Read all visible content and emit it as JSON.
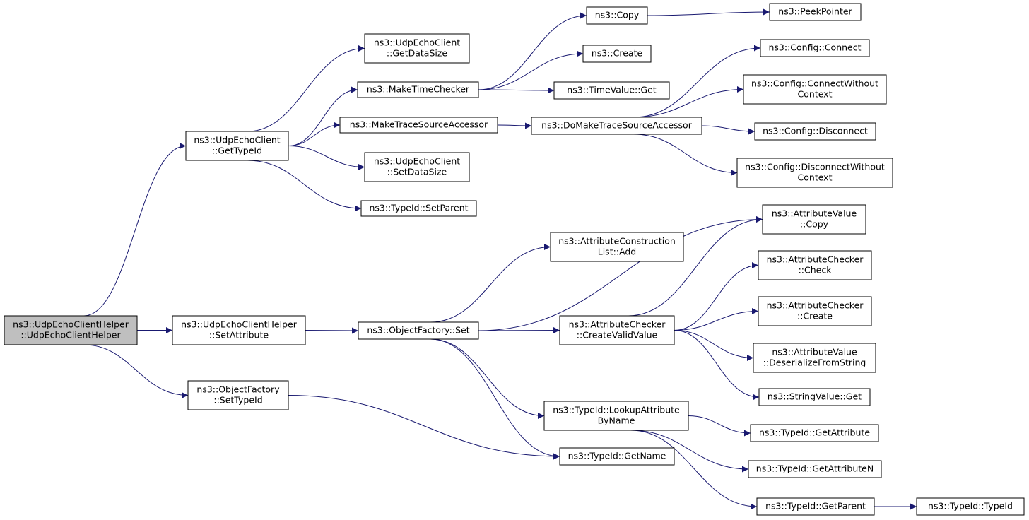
{
  "colors": {
    "edge": "#191970",
    "root_fill": "#bfbfbf",
    "node_fill": "#ffffff",
    "border": "#000000"
  },
  "nodes": [
    {
      "id": "root",
      "lines": [
        "ns3::UdpEchoClientHelper",
        "::UdpEchoClientHelper"
      ],
      "root": true
    },
    {
      "id": "getTypeId",
      "lines": [
        "ns3::UdpEchoClient",
        "::GetTypeId"
      ]
    },
    {
      "id": "helperSetAttr",
      "lines": [
        "ns3::UdpEchoClientHelper",
        "::SetAttribute"
      ]
    },
    {
      "id": "ofSetTypeId",
      "lines": [
        "ns3::ObjectFactory",
        "::SetTypeId"
      ]
    },
    {
      "id": "getDataSize",
      "lines": [
        "ns3::UdpEchoClient",
        "::GetDataSize"
      ]
    },
    {
      "id": "makeTimeChecker",
      "lines": [
        "ns3::MakeTimeChecker"
      ]
    },
    {
      "id": "makeTraceSrc",
      "lines": [
        "ns3::MakeTraceSourceAccessor"
      ]
    },
    {
      "id": "setDataSize",
      "lines": [
        "ns3::UdpEchoClient",
        "::SetDataSize"
      ]
    },
    {
      "id": "setParent",
      "lines": [
        "ns3::TypeId::SetParent"
      ]
    },
    {
      "id": "copy",
      "lines": [
        "ns3::Copy"
      ]
    },
    {
      "id": "create",
      "lines": [
        "ns3::Create"
      ]
    },
    {
      "id": "timeValueGet",
      "lines": [
        "ns3::TimeValue::Get"
      ]
    },
    {
      "id": "peekPointer",
      "lines": [
        "ns3::PeekPointer"
      ]
    },
    {
      "id": "doMakeTraceSrc",
      "lines": [
        "ns3::DoMakeTraceSourceAccessor"
      ]
    },
    {
      "id": "cfgConnect",
      "lines": [
        "ns3::Config::Connect"
      ]
    },
    {
      "id": "cfgConnectWC",
      "lines": [
        "ns3::Config::ConnectWithout",
        "Context"
      ]
    },
    {
      "id": "cfgDisconnect",
      "lines": [
        "ns3::Config::Disconnect"
      ]
    },
    {
      "id": "cfgDisconnectWC",
      "lines": [
        "ns3::Config::DisconnectWithout",
        "Context"
      ]
    },
    {
      "id": "ofSet",
      "lines": [
        "ns3::ObjectFactory::Set"
      ]
    },
    {
      "id": "aclAdd",
      "lines": [
        "ns3::AttributeConstruction",
        "List::Add"
      ]
    },
    {
      "id": "acCreateValid",
      "lines": [
        "ns3::AttributeChecker",
        "::CreateValidValue"
      ]
    },
    {
      "id": "lookupAttr",
      "lines": [
        "ns3::TypeId::LookupAttribute",
        "ByName"
      ]
    },
    {
      "id": "getName",
      "lines": [
        "ns3::TypeId::GetName"
      ]
    },
    {
      "id": "avCopy",
      "lines": [
        "ns3::AttributeValue",
        "::Copy"
      ]
    },
    {
      "id": "acCheck",
      "lines": [
        "ns3::AttributeChecker",
        "::Check"
      ]
    },
    {
      "id": "acCreate",
      "lines": [
        "ns3::AttributeChecker",
        "::Create"
      ]
    },
    {
      "id": "avDeser",
      "lines": [
        "ns3::AttributeValue",
        "::DeserializeFromString"
      ]
    },
    {
      "id": "strValGet",
      "lines": [
        "ns3::StringValue::Get"
      ]
    },
    {
      "id": "getAttribute",
      "lines": [
        "ns3::TypeId::GetAttribute"
      ]
    },
    {
      "id": "getAttributeN",
      "lines": [
        "ns3::TypeId::GetAttributeN"
      ]
    },
    {
      "id": "getParent",
      "lines": [
        "ns3::TypeId::GetParent"
      ]
    },
    {
      "id": "typeIdCtor",
      "lines": [
        "ns3::TypeId::TypeId"
      ]
    }
  ],
  "edges": [
    [
      "root",
      "getTypeId"
    ],
    [
      "root",
      "helperSetAttr"
    ],
    [
      "root",
      "ofSetTypeId"
    ],
    [
      "getTypeId",
      "getDataSize"
    ],
    [
      "getTypeId",
      "makeTimeChecker"
    ],
    [
      "getTypeId",
      "makeTraceSrc"
    ],
    [
      "getTypeId",
      "setDataSize"
    ],
    [
      "getTypeId",
      "setParent"
    ],
    [
      "makeTimeChecker",
      "copy"
    ],
    [
      "makeTimeChecker",
      "create"
    ],
    [
      "makeTimeChecker",
      "timeValueGet"
    ],
    [
      "copy",
      "peekPointer"
    ],
    [
      "makeTraceSrc",
      "doMakeTraceSrc"
    ],
    [
      "doMakeTraceSrc",
      "cfgConnect"
    ],
    [
      "doMakeTraceSrc",
      "cfgConnectWC"
    ],
    [
      "doMakeTraceSrc",
      "cfgDisconnect"
    ],
    [
      "doMakeTraceSrc",
      "cfgDisconnectWC"
    ],
    [
      "helperSetAttr",
      "ofSet"
    ],
    [
      "ofSet",
      "aclAdd"
    ],
    [
      "ofSet",
      "avCopy"
    ],
    [
      "ofSet",
      "acCreateValid"
    ],
    [
      "ofSet",
      "lookupAttr"
    ],
    [
      "ofSet",
      "getName"
    ],
    [
      "acCreateValid",
      "avCopy"
    ],
    [
      "acCreateValid",
      "acCheck"
    ],
    [
      "acCreateValid",
      "acCreate"
    ],
    [
      "acCreateValid",
      "avDeser"
    ],
    [
      "acCreateValid",
      "strValGet"
    ],
    [
      "lookupAttr",
      "getAttribute"
    ],
    [
      "lookupAttr",
      "getAttributeN"
    ],
    [
      "lookupAttr",
      "getParent"
    ],
    [
      "getParent",
      "typeIdCtor"
    ],
    [
      "ofSetTypeId",
      "getName"
    ]
  ]
}
